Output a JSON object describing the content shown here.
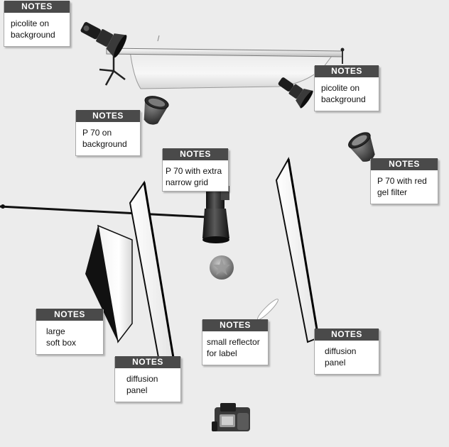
{
  "colors": {
    "background": "#ececec",
    "note_header": "#4a4a4a",
    "note_body": "#ffffff",
    "equipment_dark": "#1a1a1a",
    "panel_edge": "#111111"
  },
  "notes": [
    {
      "id": "picolite-background-1",
      "header": "NOTES",
      "text": "picolite on\nbackground"
    },
    {
      "id": "picolite-background-2",
      "header": "NOTES",
      "text": "picolite on\nbackground"
    },
    {
      "id": "p70-background",
      "header": "NOTES",
      "text": "P 70 on\nbackground"
    },
    {
      "id": "p70-narrow-grid",
      "header": "NOTES",
      "text": "P 70 with extra\nnarrow grid"
    },
    {
      "id": "p70-red-gel",
      "header": "NOTES",
      "text": "P 70 with red\ngel filter"
    },
    {
      "id": "large-soft-box",
      "header": "NOTES",
      "text": "large\nsoft box"
    },
    {
      "id": "small-reflector",
      "header": "NOTES",
      "text": "small reflector\nfor label"
    },
    {
      "id": "diffusion-panel-left",
      "header": "NOTES",
      "text": "diffusion\npanel"
    },
    {
      "id": "diffusion-panel-right",
      "header": "NOTES",
      "text": "diffusion\npanel"
    }
  ],
  "equipment_icons": [
    "picolite-spot-icon",
    "background-paper-icon",
    "p70-reflector-icon",
    "p70-grid-spot-icon",
    "boom-arm-icon",
    "soft-box-icon",
    "diffusion-panel-icon",
    "reflector-card-icon",
    "subject-ball-icon",
    "camera-icon"
  ]
}
